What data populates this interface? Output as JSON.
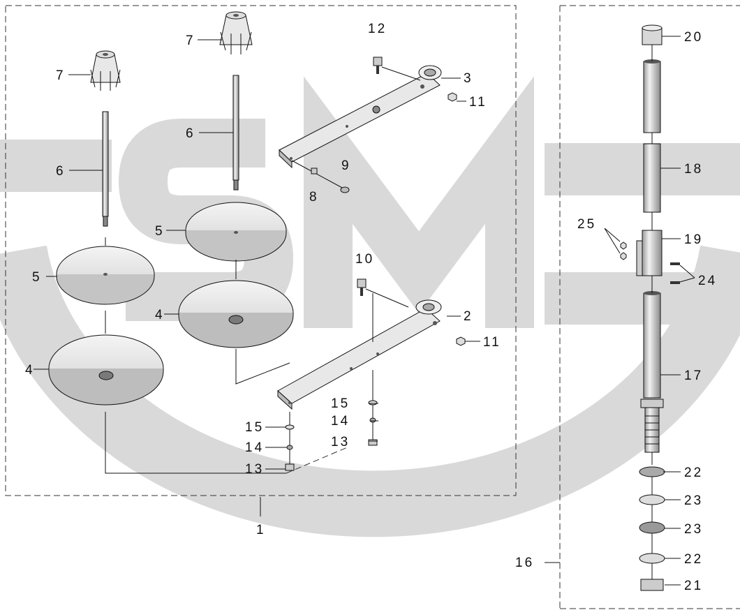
{
  "callouts": {
    "c1": "1",
    "c2": "2",
    "c3": "3",
    "c4a": "4",
    "c4b": "4",
    "c5a": "5",
    "c5b": "5",
    "c6a": "6",
    "c6b": "6",
    "c7a": "7",
    "c7b": "7",
    "c8": "8",
    "c9": "9",
    "c10": "10",
    "c11a": "11",
    "c11b": "11",
    "c12": "12",
    "c13a": "13",
    "c13b": "13",
    "c14a": "14",
    "c14b": "14",
    "c15a": "15",
    "c15b": "15",
    "c16": "16",
    "c17": "17",
    "c18": "18",
    "c19": "19",
    "c20": "20",
    "c21": "21",
    "c22a": "22",
    "c22b": "22",
    "c23a": "23",
    "c23b": "23",
    "c24": "24",
    "c25": "25"
  },
  "watermark": {
    "text": "SM",
    "color": "#d9d9d9"
  },
  "colors": {
    "line": "#111111",
    "part_fill": "#e6e6e6",
    "part_dark": "#9a9a9a"
  }
}
